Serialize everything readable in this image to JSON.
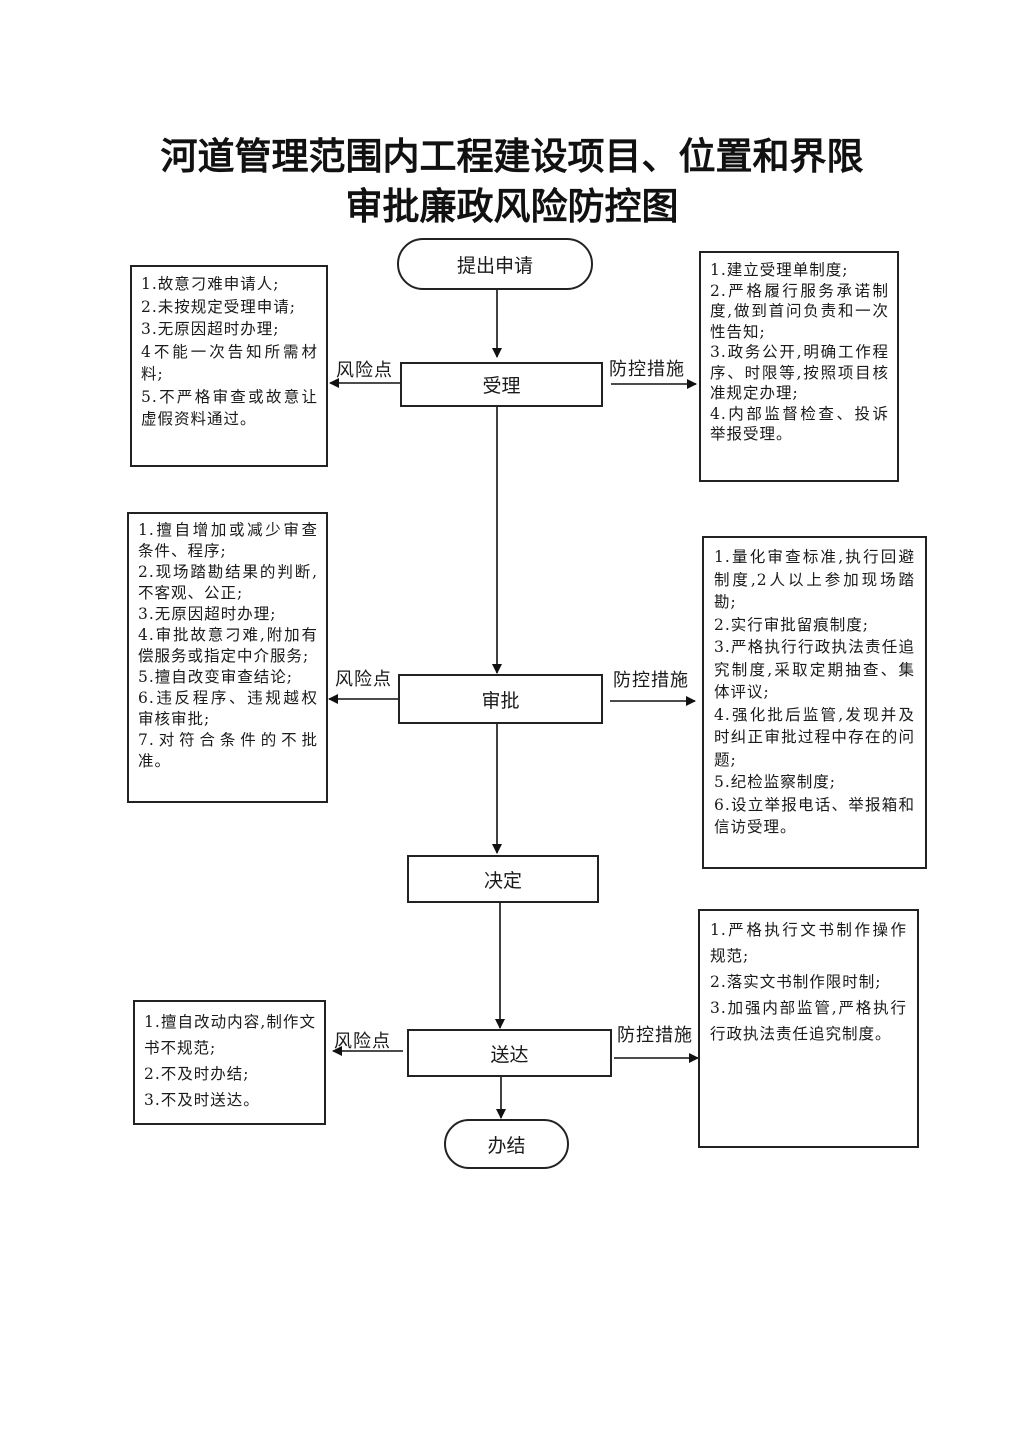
{
  "title": {
    "line1": "河道管理范围内工程建设项目、位置和界限",
    "line2": "审批廉政风险防控图"
  },
  "flow": {
    "start": "提出申请",
    "accept": "受理",
    "approve": "审批",
    "decide": "决定",
    "deliver": "送达",
    "end": "办结"
  },
  "labels": {
    "risk": "风险点",
    "control": "防控措施"
  },
  "risks": {
    "accept": [
      "1.故意刁难申请人;",
      "2.未按规定受理申请;",
      "3.无原因超时办理;",
      "4不能一次告知所需材料;",
      "5.不严格审查或故意让虚假资料通过。"
    ],
    "approve": [
      "1.擅自增加或减少审查条件、程序;",
      "2.现场踏勘结果的判断,不客观、公正;",
      "3.无原因超时办理;",
      "4.审批故意刁难,附加有偿服务或指定中介服务;",
      "5.擅自改变审查结论;",
      "6.违反程序、违规越权审核审批;",
      "7.对符合条件的不批准。"
    ],
    "deliver": [
      "1.擅自改动内容,制作文书不规范;",
      "2.不及时办结;",
      "3.不及时送达。"
    ]
  },
  "controls": {
    "accept": [
      "1.建立受理单制度;",
      "2.严格履行服务承诺制度,做到首问负责和一次性告知;",
      "3.政务公开,明确工作程序、时限等,按照项目核准规定办理;",
      "4.内部监督检查、投诉举报受理。"
    ],
    "approve": [
      "1.量化审查标准,执行回避制度,2人以上参加现场踏勘;",
      "2.实行审批留痕制度;",
      "3.严格执行行政执法责任追究制度,采取定期抽查、集体评议;",
      "4.强化批后监管,发现并及时纠正审批过程中存在的问题;",
      "5.纪检监察制度;",
      "6.设立举报电话、举报箱和信访受理。"
    ],
    "deliver": [
      "1.严格执行文书制作操作规范;",
      "2.落实文书制作限时制;",
      "3.加强内部监管,严格执行行政执法责任追究制度。"
    ]
  }
}
